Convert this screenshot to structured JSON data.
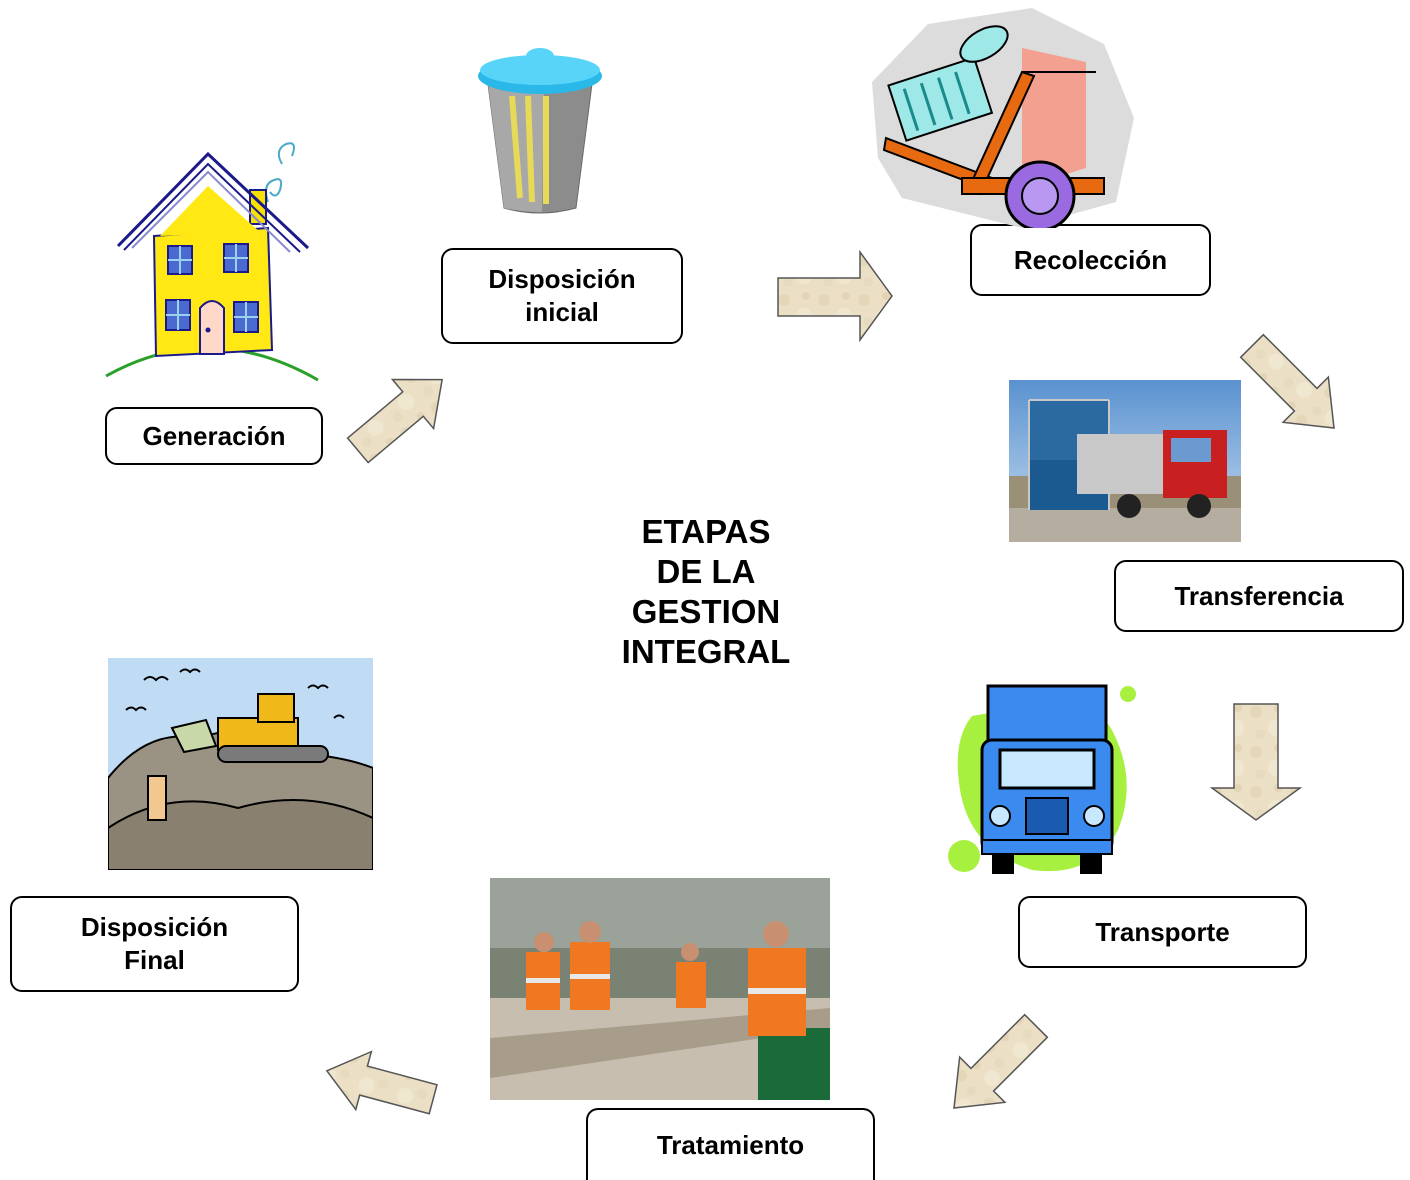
{
  "title": {
    "lines": [
      "ETAPAS",
      "DE LA",
      "GESTION",
      "INTEGRAL"
    ]
  },
  "stages": {
    "generacion": {
      "lines": [
        "Generación"
      ]
    },
    "disposicion_inicial": {
      "lines": [
        "Disposición",
        "inicial"
      ]
    },
    "recoleccion": {
      "lines": [
        "Recolección"
      ]
    },
    "transferencia": {
      "lines": [
        "Transferencia"
      ]
    },
    "transporte": {
      "lines": [
        "Transporte"
      ]
    },
    "tratamiento": {
      "lines": [
        "Tratamiento"
      ]
    },
    "disposicion_final": {
      "lines": [
        "Disposición",
        "Final"
      ]
    }
  },
  "colors": {
    "arrow_fill": "#e8dcc0",
    "box_border": "#000000"
  }
}
